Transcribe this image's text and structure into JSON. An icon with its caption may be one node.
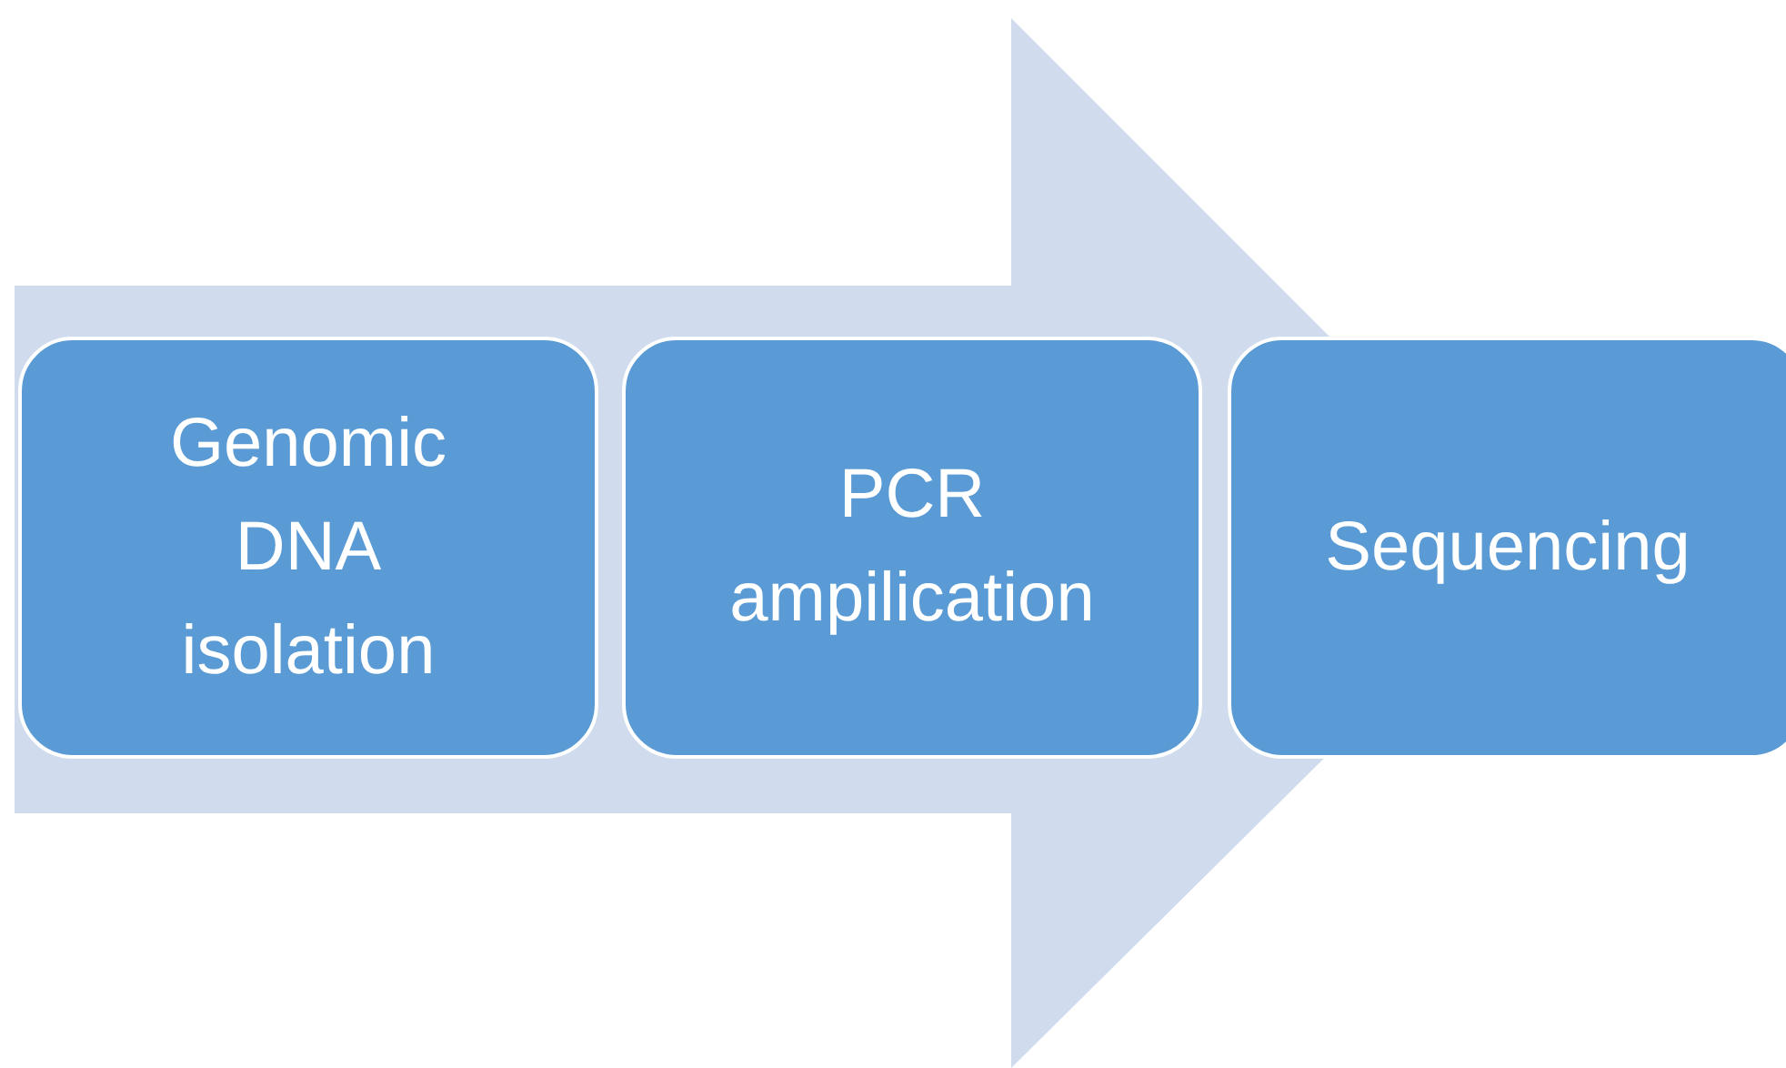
{
  "diagram": {
    "nodes": [
      {
        "text": [
          "Genomic DNA isolation"
        ]
      },
      {
        "text": [
          "PCR ampilication"
        ]
      },
      {
        "text": [
          "Sequencing"
        ]
      }
    ],
    "edges": [
      {
        "from": 0,
        "to": 2,
        "arrow": "to"
      }
    ]
  }
}
